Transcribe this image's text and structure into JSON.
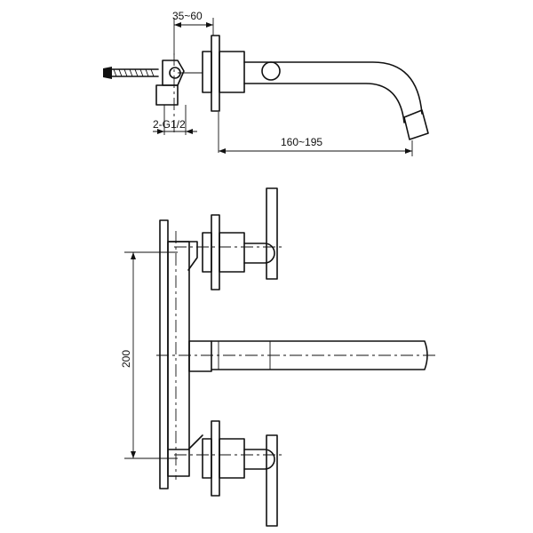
{
  "dimensions": {
    "wall_depth": "35~60",
    "thread": "2-G1/2",
    "spout_reach": "160~195",
    "handle_spacing": "200"
  }
}
